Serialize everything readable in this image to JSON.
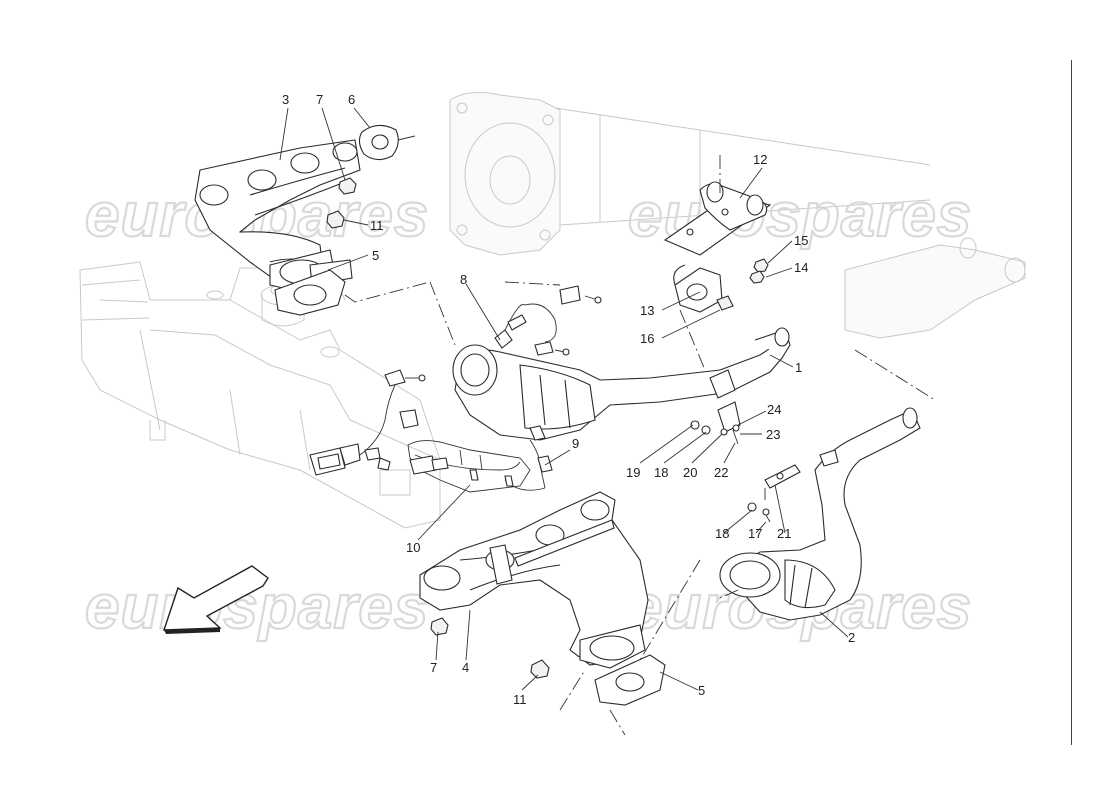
{
  "watermarks": [
    "eurospares",
    "eurospares",
    "eurospares",
    "eurospares"
  ],
  "callouts": [
    {
      "id": "c3",
      "text": "3"
    },
    {
      "id": "c7a",
      "text": "7"
    },
    {
      "id": "c6",
      "text": "6"
    },
    {
      "id": "c11a",
      "text": "11"
    },
    {
      "id": "c5a",
      "text": "5"
    },
    {
      "id": "c8",
      "text": "8"
    },
    {
      "id": "c12",
      "text": "12"
    },
    {
      "id": "c15",
      "text": "15"
    },
    {
      "id": "c14",
      "text": "14"
    },
    {
      "id": "c13",
      "text": "13"
    },
    {
      "id": "c16",
      "text": "16"
    },
    {
      "id": "c1",
      "text": "1"
    },
    {
      "id": "c24",
      "text": "24"
    },
    {
      "id": "c23",
      "text": "23"
    },
    {
      "id": "c19",
      "text": "19"
    },
    {
      "id": "c18a",
      "text": "18"
    },
    {
      "id": "c20",
      "text": "20"
    },
    {
      "id": "c22",
      "text": "22"
    },
    {
      "id": "c9",
      "text": "9"
    },
    {
      "id": "c10",
      "text": "10"
    },
    {
      "id": "c18b",
      "text": "18"
    },
    {
      "id": "c17",
      "text": "17"
    },
    {
      "id": "c21",
      "text": "21"
    },
    {
      "id": "c2",
      "text": "2"
    },
    {
      "id": "c7b",
      "text": "7"
    },
    {
      "id": "c4",
      "text": "4"
    },
    {
      "id": "c11b",
      "text": "11"
    },
    {
      "id": "c5b",
      "text": "5"
    }
  ]
}
